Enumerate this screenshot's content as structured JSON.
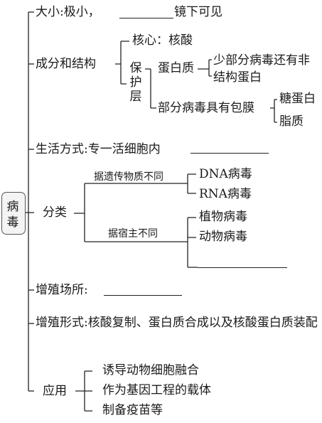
{
  "root": "病毒",
  "size": {
    "prefix": "大小:极小，",
    "suffix": "镜下可见"
  },
  "composition": {
    "label": "成分和结构",
    "core": "核心：核酸",
    "protect_label": "保护层",
    "protein": "蛋白质",
    "protein_note": "少部分病毒还有非结构蛋白",
    "envelope": "部分病毒具有包膜",
    "envelope_items": [
      "糖蛋白",
      "脂质"
    ]
  },
  "lifestyle": {
    "label": "生活方式:专一活细胞内"
  },
  "classification": {
    "label": "分类",
    "by_genetic": "据遗传物质不同",
    "genetic_types": [
      "DNA病毒",
      "RNA病毒"
    ],
    "by_host": "据宿主不同",
    "host_types": [
      "植物病毒",
      "动物病毒"
    ]
  },
  "reproduction_site": {
    "label": "增殖场所:"
  },
  "reproduction_form": {
    "text": "增殖形式:核酸复制、蛋白质合成以及核酸蛋白质装配"
  },
  "application": {
    "label": "应用",
    "items": [
      "诱导动物细胞融合",
      "作为基因工程的载体",
      "制备疫苗等"
    ]
  }
}
